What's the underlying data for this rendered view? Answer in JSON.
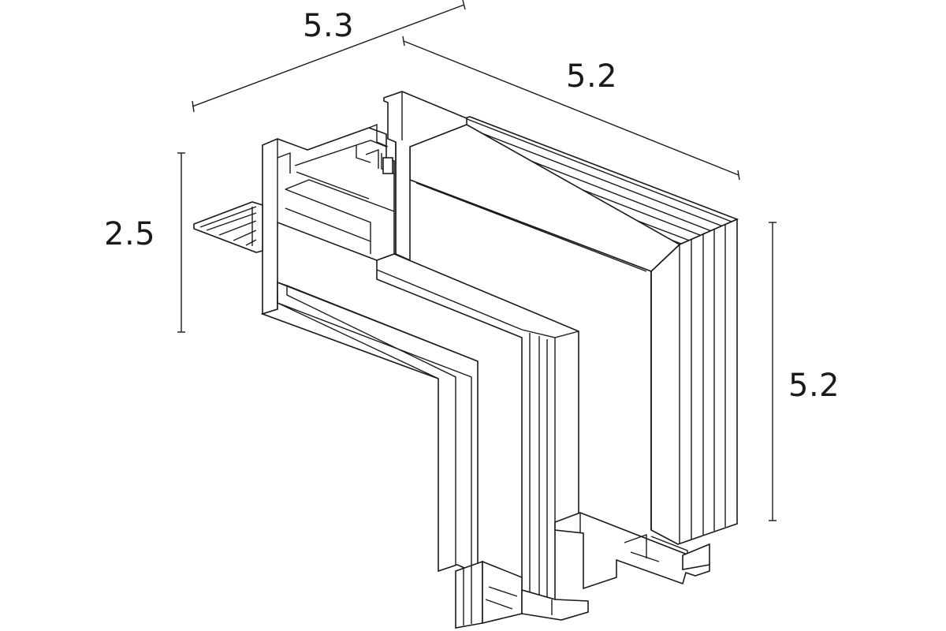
{
  "dimensions": {
    "top_left": "5.3",
    "top_right": "5.2",
    "left_height": "2.5",
    "right_height": "5.2"
  },
  "colors": {
    "line": "#1a1a1a",
    "background": "#ffffff"
  }
}
